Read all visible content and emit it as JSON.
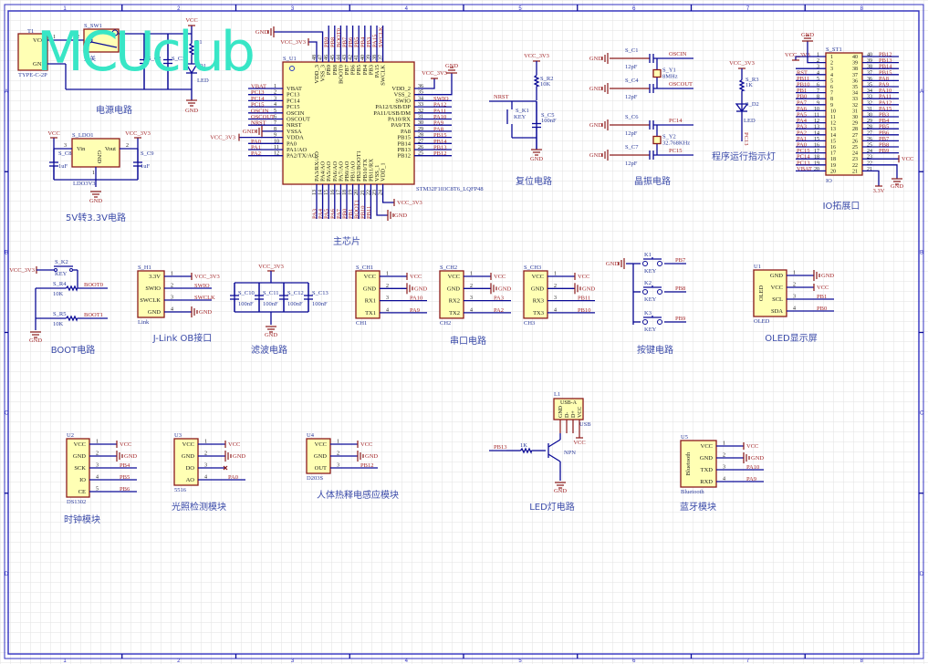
{
  "watermark": "MCUclub",
  "frame": {
    "columns": [
      "1",
      "2",
      "3",
      "4",
      "5",
      "6",
      "7",
      "8"
    ],
    "rows": [
      "A",
      "B",
      "C",
      "D"
    ]
  },
  "power": {
    "title": "电源电路",
    "typec": {
      "ref": "T1",
      "value": "TYPE-C-2P",
      "pins": [
        "VCC",
        "GND"
      ]
    },
    "switch": {
      "ref": "S_SW1",
      "value": "开关",
      "pin1": "1",
      "pin2": "2"
    },
    "c2": "S_C2",
    "c3": "S_C3",
    "r1": "R1",
    "d1": "D1",
    "led": "LED",
    "vcc": "VCC",
    "gnd": "GND"
  },
  "ldo": {
    "title": "5V转3.3V电路",
    "ref": "S_LDO1",
    "value": "LDO3V3",
    "vin": "Vin",
    "vout": "Vout",
    "gndpin": "GND",
    "pin_in": "3",
    "pin_out": "2",
    "pin_gnd": "1",
    "c8": "S_C8",
    "c9": "S_C9",
    "cval": "1uF",
    "vcc": "VCC",
    "vcc3": "VCC_3V3",
    "gnd": "GND"
  },
  "mcu": {
    "title": "主芯片",
    "ref": "S_U1",
    "value": "STM32F103C8T6_LQFP48",
    "left": [
      {
        "num": "1",
        "name": "VBAT",
        "net": "VBAT"
      },
      {
        "num": "2",
        "name": "PC13",
        "net": "PC13"
      },
      {
        "num": "3",
        "name": "PC14",
        "net": "PC14"
      },
      {
        "num": "4",
        "name": "PC15",
        "net": "PC15"
      },
      {
        "num": "5",
        "name": "OSCIN",
        "net": "OSCIN"
      },
      {
        "num": "6",
        "name": "OSCOUT",
        "net": "OSCOUT"
      },
      {
        "num": "7",
        "name": "NRST",
        "net": "NRST"
      },
      {
        "num": "8",
        "name": "VSSA",
        "net": "GND"
      },
      {
        "num": "9",
        "name": "VDDA",
        "net": "VCC_3V3"
      },
      {
        "num": "10",
        "name": "PA0",
        "net": "PA0"
      },
      {
        "num": "11",
        "name": "PA1/AO",
        "net": "PA1"
      },
      {
        "num": "12",
        "name": "PA2/TX/AO",
        "net": "PA2"
      }
    ],
    "right": [
      {
        "num": "36",
        "name": "VDD_2",
        "net": "VCC_3V3"
      },
      {
        "num": "35",
        "name": "VSS_2",
        "net": "GND"
      },
      {
        "num": "34",
        "name": "SWIO",
        "net": "SWIO"
      },
      {
        "num": "33",
        "name": "PA12/USB/DP",
        "net": "PA12"
      },
      {
        "num": "32",
        "name": "PA11/USB/DM",
        "net": "PA11"
      },
      {
        "num": "31",
        "name": "PA10/RX",
        "net": "PA10"
      },
      {
        "num": "30",
        "name": "PA9/TX",
        "net": "PA9"
      },
      {
        "num": "29",
        "name": "PA8",
        "net": "PA8"
      },
      {
        "num": "28",
        "name": "PB15",
        "net": "PB15"
      },
      {
        "num": "27",
        "name": "PB14",
        "net": "PB14"
      },
      {
        "num": "26",
        "name": "PB13",
        "net": "PB13"
      },
      {
        "num": "25",
        "name": "PB12",
        "net": "PB12"
      }
    ],
    "top": [
      {
        "num": "48",
        "name": "VDD_3",
        "net": "VCC_3V3"
      },
      {
        "num": "47",
        "name": "VSS_3",
        "net": "GND"
      },
      {
        "num": "46",
        "name": "PB9",
        "net": "PB9"
      },
      {
        "num": "45",
        "name": "PB8",
        "net": "PB8"
      },
      {
        "num": "44",
        "name": "BOOT0",
        "net": "BOOT0"
      },
      {
        "num": "43",
        "name": "PB7",
        "net": "PB7"
      },
      {
        "num": "42",
        "name": "PB6",
        "net": "PB6"
      },
      {
        "num": "41",
        "name": "PB5",
        "net": "PB5"
      },
      {
        "num": "40",
        "name": "PB4",
        "net": "PB4"
      },
      {
        "num": "39",
        "name": "PB3",
        "net": "PB3"
      },
      {
        "num": "38",
        "name": "PA15",
        "net": "PA15"
      },
      {
        "num": "37",
        "name": "SWCLK",
        "net": "SWCLK"
      }
    ],
    "bottom": [
      {
        "num": "13",
        "name": "PA3/RX/AO",
        "net": "PA3"
      },
      {
        "num": "14",
        "name": "PA4/AO",
        "net": "PA4"
      },
      {
        "num": "15",
        "name": "PA5/AO",
        "net": "PA5"
      },
      {
        "num": "16",
        "name": "PA6/AO",
        "net": "PA6"
      },
      {
        "num": "17",
        "name": "PA7/AO",
        "net": "PA7"
      },
      {
        "num": "18",
        "name": "PB0/AO",
        "net": "PB0"
      },
      {
        "num": "19",
        "name": "PB1/AO",
        "net": "PB1"
      },
      {
        "num": "20",
        "name": "PB2/BOOT1",
        "net": "BOOT1"
      },
      {
        "num": "21",
        "name": "PB10/TX",
        "net": "PB10"
      },
      {
        "num": "22",
        "name": "PB11/RX",
        "net": "PB11"
      },
      {
        "num": "23",
        "name": "VSS_1",
        "net": "GND"
      },
      {
        "num": "24",
        "name": "VDD_1",
        "net": "VCC_3V3"
      }
    ]
  },
  "reset": {
    "title": "复位电路",
    "vcc3": "VCC_3V3",
    "r2": "S_R2",
    "r2val": "10K",
    "nrst": "NRST",
    "k1": "S_K1",
    "key": "KEY",
    "c5": "S_C5",
    "c5val": "100nF",
    "gnd": "GND"
  },
  "crystal": {
    "title": "晶振电路",
    "gnd": "GND",
    "caps": [
      {
        "ref": "S_C1",
        "val": "12pF",
        "net": "OSCIN"
      },
      {
        "ref": "S_C4",
        "val": "12pF",
        "net": "OSCOUT"
      },
      {
        "ref": "S_C6",
        "val": "12pF",
        "net": "PC14"
      },
      {
        "ref": "S_C7",
        "val": "12pF",
        "net": "PC15"
      }
    ],
    "y1": "S_Y1",
    "y1val": "8MHz",
    "y2": "S_Y2",
    "y2val": "32.768KHz"
  },
  "runled": {
    "title": "程序运行指示灯",
    "vcc3": "VCC_3V3",
    "r3": "S_R3",
    "r3val": "1K",
    "d2": "S_D2",
    "led": "LED",
    "net": "PC13"
  },
  "io": {
    "title": "IO拓展口",
    "ref": "S_ST1",
    "value": "IO",
    "gnd": "GND",
    "vcc3": "VCC_3V3",
    "left": [
      {
        "num": "1",
        "net": "VCC_3V3"
      },
      {
        "num": "2",
        "net": "GND"
      },
      {
        "num": "3",
        "net": ""
      },
      {
        "num": "4",
        "net": "RST"
      },
      {
        "num": "5",
        "net": "PB11"
      },
      {
        "num": "6",
        "net": "PB10"
      },
      {
        "num": "7",
        "net": "PB1"
      },
      {
        "num": "8",
        "net": "PB0"
      },
      {
        "num": "9",
        "net": "PA7"
      },
      {
        "num": "10",
        "net": "PA6"
      },
      {
        "num": "11",
        "net": "PA5"
      },
      {
        "num": "12",
        "net": "PA4"
      },
      {
        "num": "13",
        "net": "PA3"
      },
      {
        "num": "14",
        "net": "PA2"
      },
      {
        "num": "15",
        "net": "PA1"
      },
      {
        "num": "16",
        "net": "PA0"
      },
      {
        "num": "17",
        "net": "PC15"
      },
      {
        "num": "18",
        "net": "PC14"
      },
      {
        "num": "19",
        "net": "PC13"
      },
      {
        "num": "20",
        "net": "VBAT"
      }
    ],
    "right": [
      {
        "num": "40",
        "net": "PB12"
      },
      {
        "num": "39",
        "net": "PB13"
      },
      {
        "num": "38",
        "net": "PB14"
      },
      {
        "num": "37",
        "net": "PB15"
      },
      {
        "num": "36",
        "net": "PA8"
      },
      {
        "num": "35",
        "net": "PA9"
      },
      {
        "num": "34",
        "net": "PA10"
      },
      {
        "num": "33",
        "net": "PA11"
      },
      {
        "num": "32",
        "net": "PA12"
      },
      {
        "num": "31",
        "net": "PA15"
      },
      {
        "num": "30",
        "net": "PB3"
      },
      {
        "num": "29",
        "net": "PB4"
      },
      {
        "num": "28",
        "net": "PB5"
      },
      {
        "num": "27",
        "net": "PB6"
      },
      {
        "num": "26",
        "net": "PB7"
      },
      {
        "num": "25",
        "net": "PB8"
      },
      {
        "num": "24",
        "net": "PB9"
      },
      {
        "num": "23",
        "net": "VCC"
      },
      {
        "num": "22",
        "net": "GND"
      },
      {
        "num": "21",
        "net": "3.3V"
      }
    ]
  },
  "boot": {
    "title": "BOOT电路",
    "k2": "S_K2",
    "key": "KEY",
    "vcc3": "VCC_3V3",
    "r4": "S_R4",
    "r5": "S_R5",
    "rval": "10K",
    "boot0": "BOOT0",
    "boot1": "BOOT1",
    "gnd": "GND"
  },
  "filter": {
    "title": "滤波电路",
    "vcc3": "VCC_3V3",
    "gnd": "GND",
    "caps": [
      "S_C10",
      "S_C11",
      "S_C12",
      "S_C13"
    ],
    "val": "100nF"
  },
  "serial_title": "串口电路",
  "keys": {
    "title": "按键电路",
    "gnd": "GND",
    "items": [
      {
        "ref": "K1",
        "val": "KEY",
        "net": "PB7"
      },
      {
        "ref": "K2",
        "val": "KEY",
        "net": "PB8"
      },
      {
        "ref": "K3",
        "val": "KEY",
        "net": "PB9"
      }
    ]
  },
  "modules": {
    "jlink": {
      "title": "J-Link OB接口",
      "ref": "S_H1",
      "value": "Link",
      "pins": [
        {
          "num": "1",
          "name": "3.3V",
          "net": "VCC_3V3"
        },
        {
          "num": "2",
          "name": "SWIO",
          "net": "SWIO"
        },
        {
          "num": "3",
          "name": "SWCLK",
          "net": "SWCLK"
        },
        {
          "num": "4",
          "name": "GND",
          "net": "GND"
        }
      ]
    },
    "ch1": {
      "ref": "S_CH1",
      "value": "CH1",
      "pins": [
        {
          "num": "1",
          "name": "VCC",
          "net": "VCC"
        },
        {
          "num": "2",
          "name": "GND",
          "net": "GND"
        },
        {
          "num": "3",
          "name": "RX1",
          "net": "PA10"
        },
        {
          "num": "4",
          "name": "TX1",
          "net": "PA9"
        }
      ]
    },
    "ch2": {
      "ref": "S_CH2",
      "value": "CH2",
      "pins": [
        {
          "num": "1",
          "name": "VCC",
          "net": "VCC"
        },
        {
          "num": "2",
          "name": "GND",
          "net": "GND"
        },
        {
          "num": "3",
          "name": "RX2",
          "net": "PA3"
        },
        {
          "num": "4",
          "name": "TX2",
          "net": "PA2"
        }
      ]
    },
    "ch3": {
      "ref": "S_CH3",
      "value": "CH3",
      "pins": [
        {
          "num": "1",
          "name": "VCC",
          "net": "VCC"
        },
        {
          "num": "2",
          "name": "GND",
          "net": "GND"
        },
        {
          "num": "3",
          "name": "RX3",
          "net": "PB11"
        },
        {
          "num": "4",
          "name": "TX3",
          "net": "PB10"
        }
      ]
    },
    "oled": {
      "title": "OLED显示屏",
      "ref": "U1",
      "value": "OLED",
      "label": "OLED",
      "pins": [
        {
          "num": "1",
          "name": "GND",
          "net": "GND"
        },
        {
          "num": "2",
          "name": "VCC",
          "net": "VCC"
        },
        {
          "num": "3",
          "name": "SCL",
          "net": "PB1"
        },
        {
          "num": "4",
          "name": "SDA",
          "net": "PB0"
        }
      ]
    },
    "clock": {
      "title": "时钟模块",
      "ref": "U2",
      "value": "DS1302",
      "pins": [
        {
          "num": "1",
          "name": "VCC",
          "net": "VCC"
        },
        {
          "num": "2",
          "name": "GND",
          "net": "GND"
        },
        {
          "num": "3",
          "name": "SCK",
          "net": "PB4"
        },
        {
          "num": "4",
          "name": "IO",
          "net": "PB5"
        },
        {
          "num": "5",
          "name": "CE",
          "net": "PB6"
        }
      ]
    },
    "light": {
      "title": "光照检测模块",
      "ref": "U3",
      "value": "5516",
      "pins": [
        {
          "num": "1",
          "name": "VCC",
          "net": "VCC"
        },
        {
          "num": "2",
          "name": "GND",
          "net": "GND"
        },
        {
          "num": "3",
          "name": "DO",
          "net": ""
        },
        {
          "num": "4",
          "name": "AO",
          "net": "PA0"
        }
      ]
    },
    "pir": {
      "title": "人体热释电感应模块",
      "ref": "U4",
      "value": "D203S",
      "pins": [
        {
          "num": "1",
          "name": "VCC",
          "net": "VCC"
        },
        {
          "num": "2",
          "name": "GND",
          "net": "GND"
        },
        {
          "num": "3",
          "name": "OUT",
          "net": "PB12"
        }
      ]
    },
    "bt": {
      "title": "蓝牙模块",
      "ref": "U5",
      "value": "Bluetooth",
      "label": "Bluetooth",
      "pins": [
        {
          "num": "1",
          "name": "VCC",
          "net": "VCC"
        },
        {
          "num": "2",
          "name": "GND",
          "net": "GND"
        },
        {
          "num": "3",
          "name": "TXD",
          "net": "PA10"
        },
        {
          "num": "4",
          "name": "RXD",
          "net": "PA9"
        }
      ]
    }
  },
  "ledlamp": {
    "title": "LED灯电路",
    "ref": "L1",
    "value": "USB",
    "conn": "USB-A",
    "pins": [
      "GND",
      "D-",
      "D+",
      "VCC"
    ],
    "net": "PB13",
    "res": "1K",
    "npn": "NPN",
    "vcc": "VCC",
    "gnd": "GND"
  },
  "colors": {
    "wire": "#0a0a96",
    "part": "#8b1a1a",
    "fill": "#ffffb4",
    "net": "#a4282a",
    "watermark": "#38e6c6"
  }
}
